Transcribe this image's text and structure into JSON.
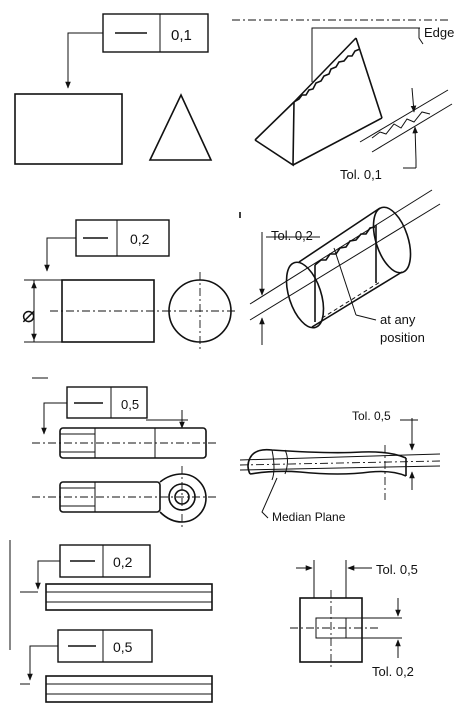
{
  "panels": {
    "p1": {
      "tolerance": "0,1",
      "symbol": "straightness"
    },
    "p2": {
      "edge_label": "Edge",
      "tol_label": "Tol. 0,1"
    },
    "p3": {
      "tolerance": "0,2",
      "symbol": "straightness",
      "dia_symbol": "⌀"
    },
    "p4": {
      "tol_label": "Tol. 0,2",
      "position_label_1": "at any",
      "position_label_2": "position"
    },
    "p5": {
      "tolerance": "0,5",
      "symbol": "straightness"
    },
    "p6": {
      "tol_label": "Tol. 0,5",
      "plane_label": "Median Plane"
    },
    "p7": {
      "tolerance_1": "0,2",
      "tolerance_2": "0,5",
      "symbol": "straightness"
    },
    "p8": {
      "tol_label_1": "Tol. 0,5",
      "tol_label_2": "Tol. 0,2"
    }
  },
  "colors": {
    "ink": "#111111",
    "paper": "#ffffff"
  }
}
